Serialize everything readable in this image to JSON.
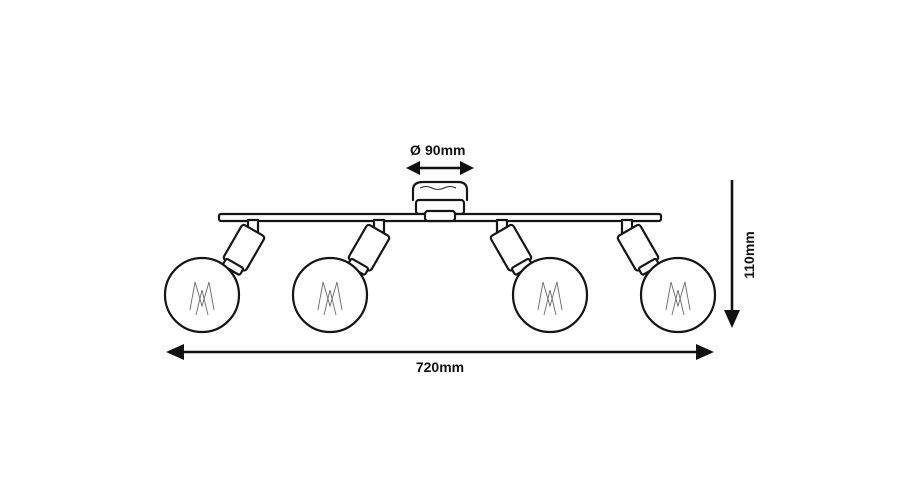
{
  "dimensions": {
    "canopy_diameter": "90mm",
    "total_width": "720mm",
    "total_height": "110mm"
  },
  "symbols": {
    "diameter": "Ø"
  },
  "colors": {
    "line": "#151515",
    "background": "#ffffff"
  }
}
